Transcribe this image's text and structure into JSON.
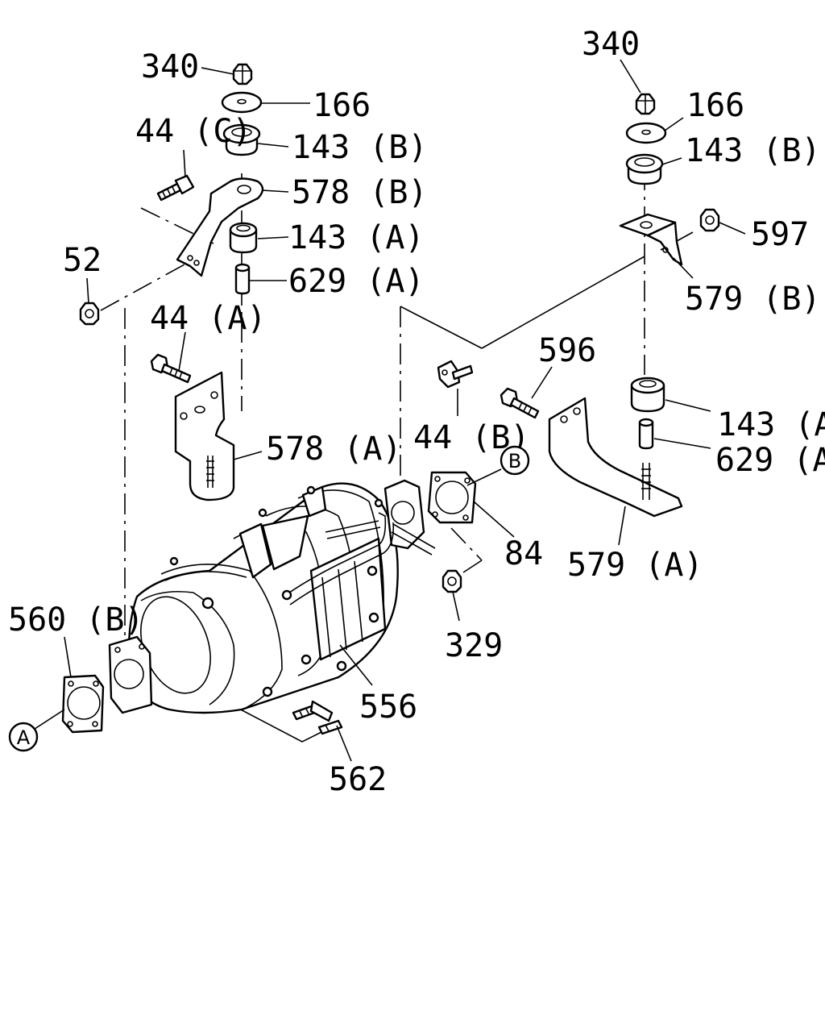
{
  "labels": {
    "l340_left": "340",
    "l166_left": "166",
    "l44c": "44 (C)",
    "l143b_left": "143 (B)",
    "l578b": "578 (B)",
    "l143a_left": "143 (A)",
    "l52": "52",
    "l629a_left": "629 (A)",
    "l44a": "44 (A)",
    "l578a": "578 (A)",
    "l340_right": "340",
    "l166_right": "166",
    "l143b_right": "143 (B)",
    "l597": "597",
    "l579b": "579 (B)",
    "l596": "596",
    "l44b": "44 (B)",
    "l143a_right": "143 (A)",
    "l629a_right": "629 (A)",
    "l84": "84",
    "l579a": "579 (A)",
    "l329": "329",
    "l560b": "560 (B)",
    "l556": "556",
    "l562": "562"
  },
  "refs": {
    "a": "A",
    "b": "B"
  }
}
